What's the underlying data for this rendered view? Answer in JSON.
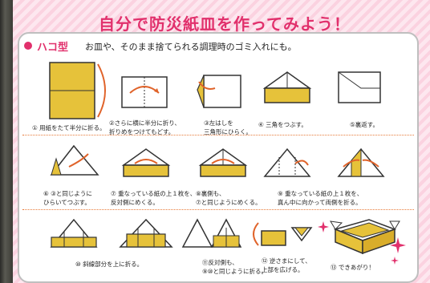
{
  "title": "自分で防災紙皿を作ってみよう！",
  "section": {
    "heading": "ハコ型",
    "subheading": "お皿や、そのまま捨てられる調理時のゴミ入れにも。"
  },
  "steps": [
    {
      "text": "① 用紙をたて半分に折る。"
    },
    {
      "text": "②さらに横に半分に折り、\n折りめをつけてもどす。"
    },
    {
      "text": "③左はしを\n三角形にひらく。"
    },
    {
      "text": "④ 三角をつぶす。"
    },
    {
      "text": "⑤裏返す。"
    },
    {
      "text": "⑥ ③と同じように\nひらいてつぶす。"
    },
    {
      "text": "⑦ 重なっている紙の上１枚を、\n反対側にめくる。"
    },
    {
      "text": "⑧裏側も、\n⑦と同じようにめくる。"
    },
    {
      "text": "⑨ 重なっている紙の上１枚を、\n真ん中に向かって両側を折る。"
    },
    {
      "text": "⑩ 斜線部分を上に折る。"
    },
    {
      "text": "⑪反対側も、\n⑨⑩と同じように折る。"
    },
    {
      "text": "⑫ 逆さまにして、\n上部を広げる。"
    },
    {
      "text": "⑬ できあがり！"
    }
  ],
  "colors": {
    "accent": "#e1306c",
    "paper": "#e6c23a",
    "arrow": "#e0632a"
  }
}
